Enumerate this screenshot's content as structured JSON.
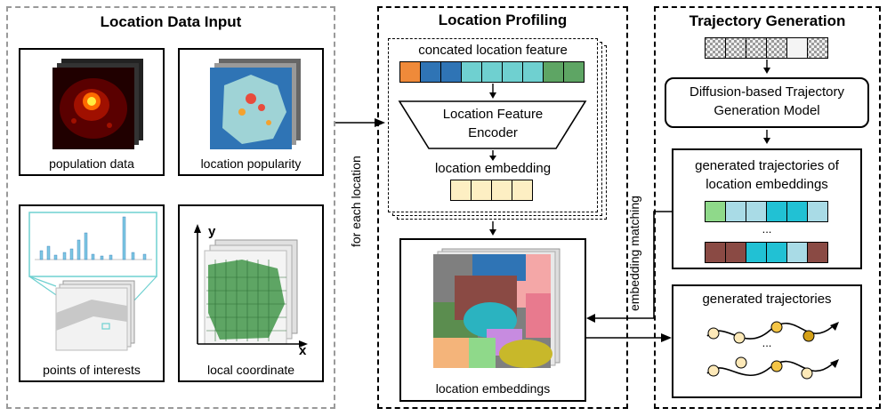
{
  "input_panel": {
    "title": "Location Data Input",
    "population_caption": "population data",
    "popularity_caption": "location popularity",
    "poi_caption": "points of interests",
    "coordinate_caption": "local coordinate",
    "axis_y": "y",
    "axis_x": "x"
  },
  "profiling_panel": {
    "title": "Location Profiling",
    "feature_label": "concated location feature",
    "encoder_line1": "Location Feature",
    "encoder_line2": "Encoder",
    "embedding_label": "location embedding",
    "embeddings_caption": "location embeddings",
    "feature_colors": [
      "#ef8a3a",
      "#2f74b5",
      "#2f74b5",
      "#6fd0d0",
      "#6fd0d0",
      "#6fd0d0",
      "#6fd0d0",
      "#5ea564",
      "#5ea564"
    ]
  },
  "edges": {
    "for_each": "for each location",
    "embedding_matching": "embedding matching"
  },
  "generation_panel": {
    "title": "Trajectory Generation",
    "model_line1": "Diffusion-based Trajectory",
    "model_line2": "Generation Model",
    "generated_emb_line1": "generated trajectories of",
    "generated_emb_line2": "location embeddings",
    "ellipsis1": "...",
    "generated_traj_label": "generated  trajectories",
    "ellipsis2": "...",
    "row1_colors": [
      "#8fd98a",
      "#a9dbe6",
      "#a9dbe6",
      "#21c1d4",
      "#21c1d4",
      "#a9dbe6"
    ],
    "row2_colors": [
      "#8a4a44",
      "#8a4a44",
      "#21c1d4",
      "#21c1d4",
      "#a9dbe6",
      "#8a4a44"
    ]
  }
}
